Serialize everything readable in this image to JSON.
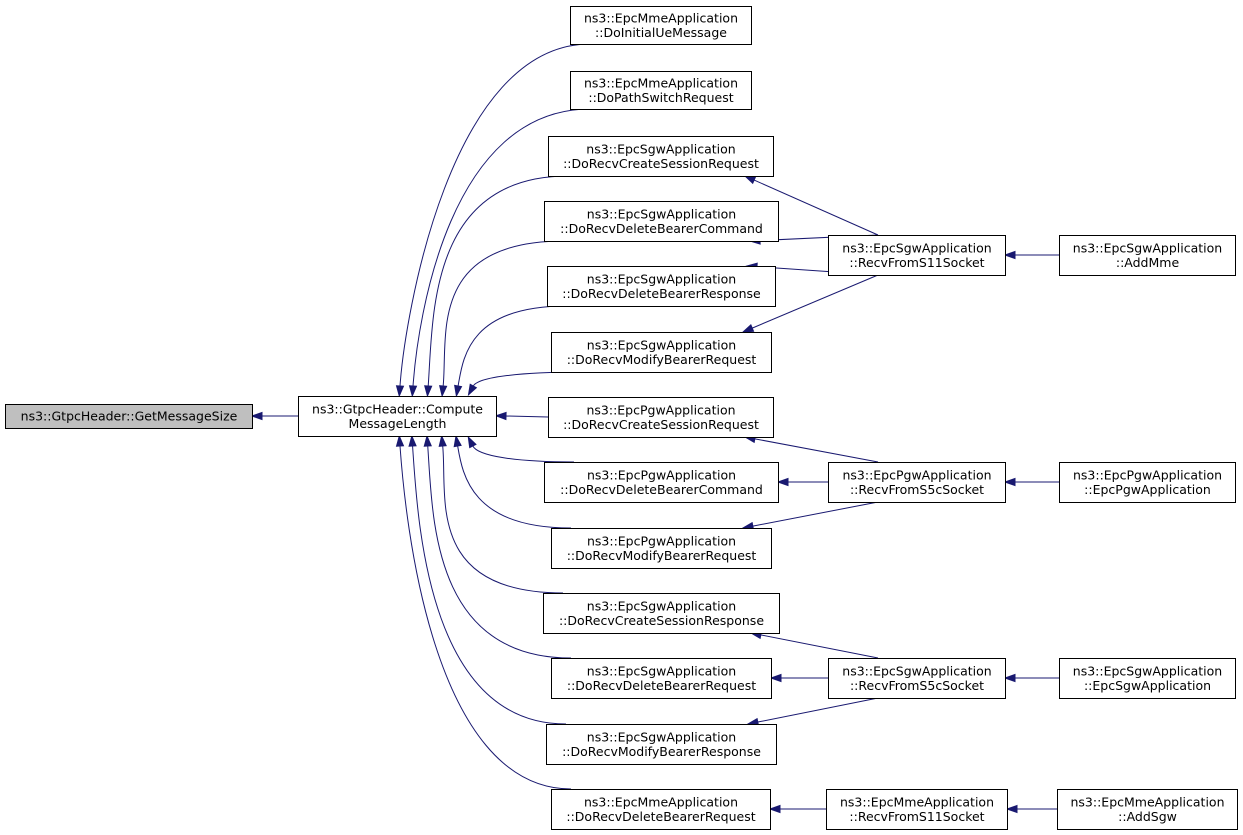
{
  "graph": {
    "type": "doxygen-caller-graph",
    "colors": {
      "edge": "#191970",
      "root_fill": "#bfbfbf",
      "node_fill": "#ffffff",
      "node_border": "#000000"
    },
    "nodes": [
      {
        "id": "getmessagesize",
        "lines": [
          "ns3::GtpcHeader::GetMessageSize"
        ],
        "root": true
      },
      {
        "id": "computemessagelength",
        "lines": [
          "ns3::GtpcHeader::Compute",
          "MessageLength"
        ]
      },
      {
        "id": "mme-initialue",
        "lines": [
          "ns3::EpcMmeApplication",
          "::DoInitialUeMessage"
        ]
      },
      {
        "id": "mme-pathswitch",
        "lines": [
          "ns3::EpcMmeApplication",
          "::DoPathSwitchRequest"
        ]
      },
      {
        "id": "sgw-createsessionreq",
        "lines": [
          "ns3::EpcSgwApplication",
          "::DoRecvCreateSessionRequest"
        ]
      },
      {
        "id": "sgw-deletebearercmd",
        "lines": [
          "ns3::EpcSgwApplication",
          "::DoRecvDeleteBearerCommand"
        ]
      },
      {
        "id": "sgw-deletebearerresp",
        "lines": [
          "ns3::EpcSgwApplication",
          "::DoRecvDeleteBearerResponse"
        ]
      },
      {
        "id": "sgw-modifybearerreq",
        "lines": [
          "ns3::EpcSgwApplication",
          "::DoRecvModifyBearerRequest"
        ]
      },
      {
        "id": "pgw-createsessionreq",
        "lines": [
          "ns3::EpcPgwApplication",
          "::DoRecvCreateSessionRequest"
        ]
      },
      {
        "id": "pgw-deletebearercmd",
        "lines": [
          "ns3::EpcPgwApplication",
          "::DoRecvDeleteBearerCommand"
        ]
      },
      {
        "id": "pgw-modifybearerreq",
        "lines": [
          "ns3::EpcPgwApplication",
          "::DoRecvModifyBearerRequest"
        ]
      },
      {
        "id": "sgw-createsessionresp",
        "lines": [
          "ns3::EpcSgwApplication",
          "::DoRecvCreateSessionResponse"
        ]
      },
      {
        "id": "sgw-deletebearerreq",
        "lines": [
          "ns3::EpcSgwApplication",
          "::DoRecvDeleteBearerRequest"
        ]
      },
      {
        "id": "sgw-modifybearerresp",
        "lines": [
          "ns3::EpcSgwApplication",
          "::DoRecvModifyBearerResponse"
        ]
      },
      {
        "id": "mme-deletebearerreq",
        "lines": [
          "ns3::EpcMmeApplication",
          "::DoRecvDeleteBearerRequest"
        ]
      },
      {
        "id": "sgw-recvs11",
        "lines": [
          "ns3::EpcSgwApplication",
          "::RecvFromS11Socket"
        ]
      },
      {
        "id": "pgw-recvs5c",
        "lines": [
          "ns3::EpcPgwApplication",
          "::RecvFromS5cSocket"
        ]
      },
      {
        "id": "sgw-recvs5c",
        "lines": [
          "ns3::EpcSgwApplication",
          "::RecvFromS5cSocket"
        ]
      },
      {
        "id": "mme-recvs11",
        "lines": [
          "ns3::EpcMmeApplication",
          "::RecvFromS11Socket"
        ]
      },
      {
        "id": "sgw-addmme",
        "lines": [
          "ns3::EpcSgwApplication",
          "::AddMme"
        ]
      },
      {
        "id": "pgw-ctor",
        "lines": [
          "ns3::EpcPgwApplication",
          "::EpcPgwApplication"
        ]
      },
      {
        "id": "sgw-ctor",
        "lines": [
          "ns3::EpcSgwApplication",
          "::EpcSgwApplication"
        ]
      },
      {
        "id": "mme-addsgw",
        "lines": [
          "ns3::EpcMmeApplication",
          "::AddSgw"
        ]
      }
    ],
    "edges": [
      {
        "caller": "computemessagelength",
        "callee": "getmessagesize"
      },
      {
        "caller": "mme-initialue",
        "callee": "computemessagelength"
      },
      {
        "caller": "mme-pathswitch",
        "callee": "computemessagelength"
      },
      {
        "caller": "sgw-createsessionreq",
        "callee": "computemessagelength"
      },
      {
        "caller": "sgw-deletebearercmd",
        "callee": "computemessagelength"
      },
      {
        "caller": "sgw-deletebearerresp",
        "callee": "computemessagelength"
      },
      {
        "caller": "sgw-modifybearerreq",
        "callee": "computemessagelength"
      },
      {
        "caller": "pgw-createsessionreq",
        "callee": "computemessagelength"
      },
      {
        "caller": "pgw-deletebearercmd",
        "callee": "computemessagelength"
      },
      {
        "caller": "pgw-modifybearerreq",
        "callee": "computemessagelength"
      },
      {
        "caller": "sgw-createsessionresp",
        "callee": "computemessagelength"
      },
      {
        "caller": "sgw-deletebearerreq",
        "callee": "computemessagelength"
      },
      {
        "caller": "sgw-modifybearerresp",
        "callee": "computemessagelength"
      },
      {
        "caller": "mme-deletebearerreq",
        "callee": "computemessagelength"
      },
      {
        "caller": "sgw-recvs11",
        "callee": "sgw-createsessionreq"
      },
      {
        "caller": "sgw-recvs11",
        "callee": "sgw-deletebearercmd"
      },
      {
        "caller": "sgw-recvs11",
        "callee": "sgw-deletebearerresp"
      },
      {
        "caller": "sgw-recvs11",
        "callee": "sgw-modifybearerreq"
      },
      {
        "caller": "pgw-recvs5c",
        "callee": "pgw-createsessionreq"
      },
      {
        "caller": "pgw-recvs5c",
        "callee": "pgw-deletebearercmd"
      },
      {
        "caller": "pgw-recvs5c",
        "callee": "pgw-modifybearerreq"
      },
      {
        "caller": "sgw-recvs5c",
        "callee": "sgw-createsessionresp"
      },
      {
        "caller": "sgw-recvs5c",
        "callee": "sgw-deletebearerreq"
      },
      {
        "caller": "sgw-recvs5c",
        "callee": "sgw-modifybearerresp"
      },
      {
        "caller": "mme-recvs11",
        "callee": "mme-deletebearerreq"
      },
      {
        "caller": "sgw-addmme",
        "callee": "sgw-recvs11"
      },
      {
        "caller": "pgw-ctor",
        "callee": "pgw-recvs5c"
      },
      {
        "caller": "sgw-ctor",
        "callee": "sgw-recvs5c"
      },
      {
        "caller": "mme-addsgw",
        "callee": "mme-recvs11"
      }
    ]
  }
}
